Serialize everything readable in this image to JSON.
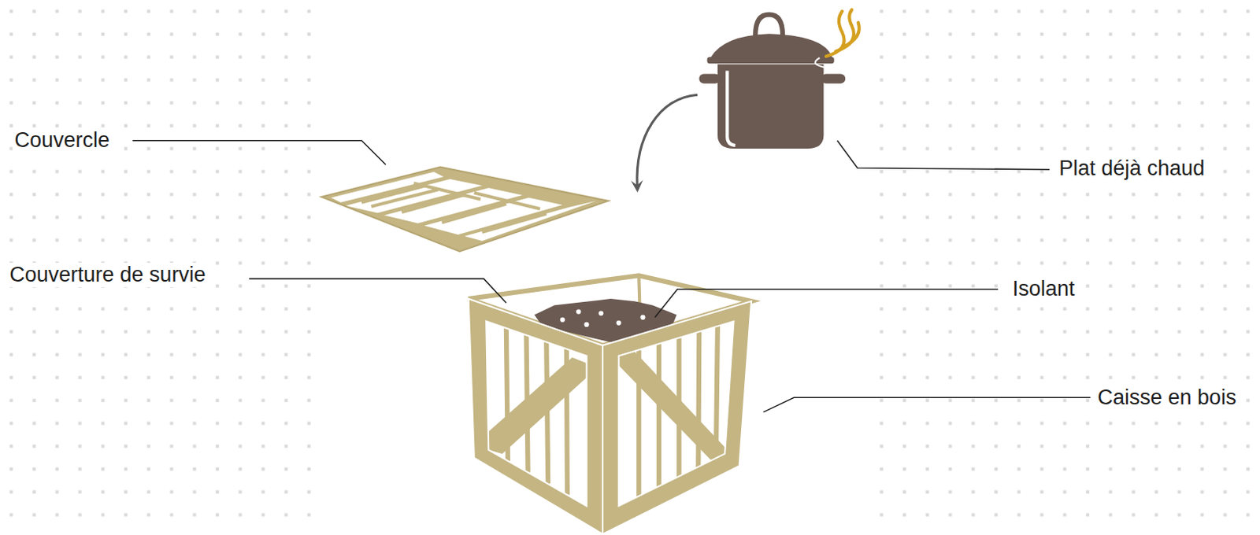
{
  "diagram": {
    "labels": [
      "Couvercle",
      "Couverture de survie",
      "Isolant",
      "Plat déjà chaud",
      "Caisse en bois"
    ]
  }
}
